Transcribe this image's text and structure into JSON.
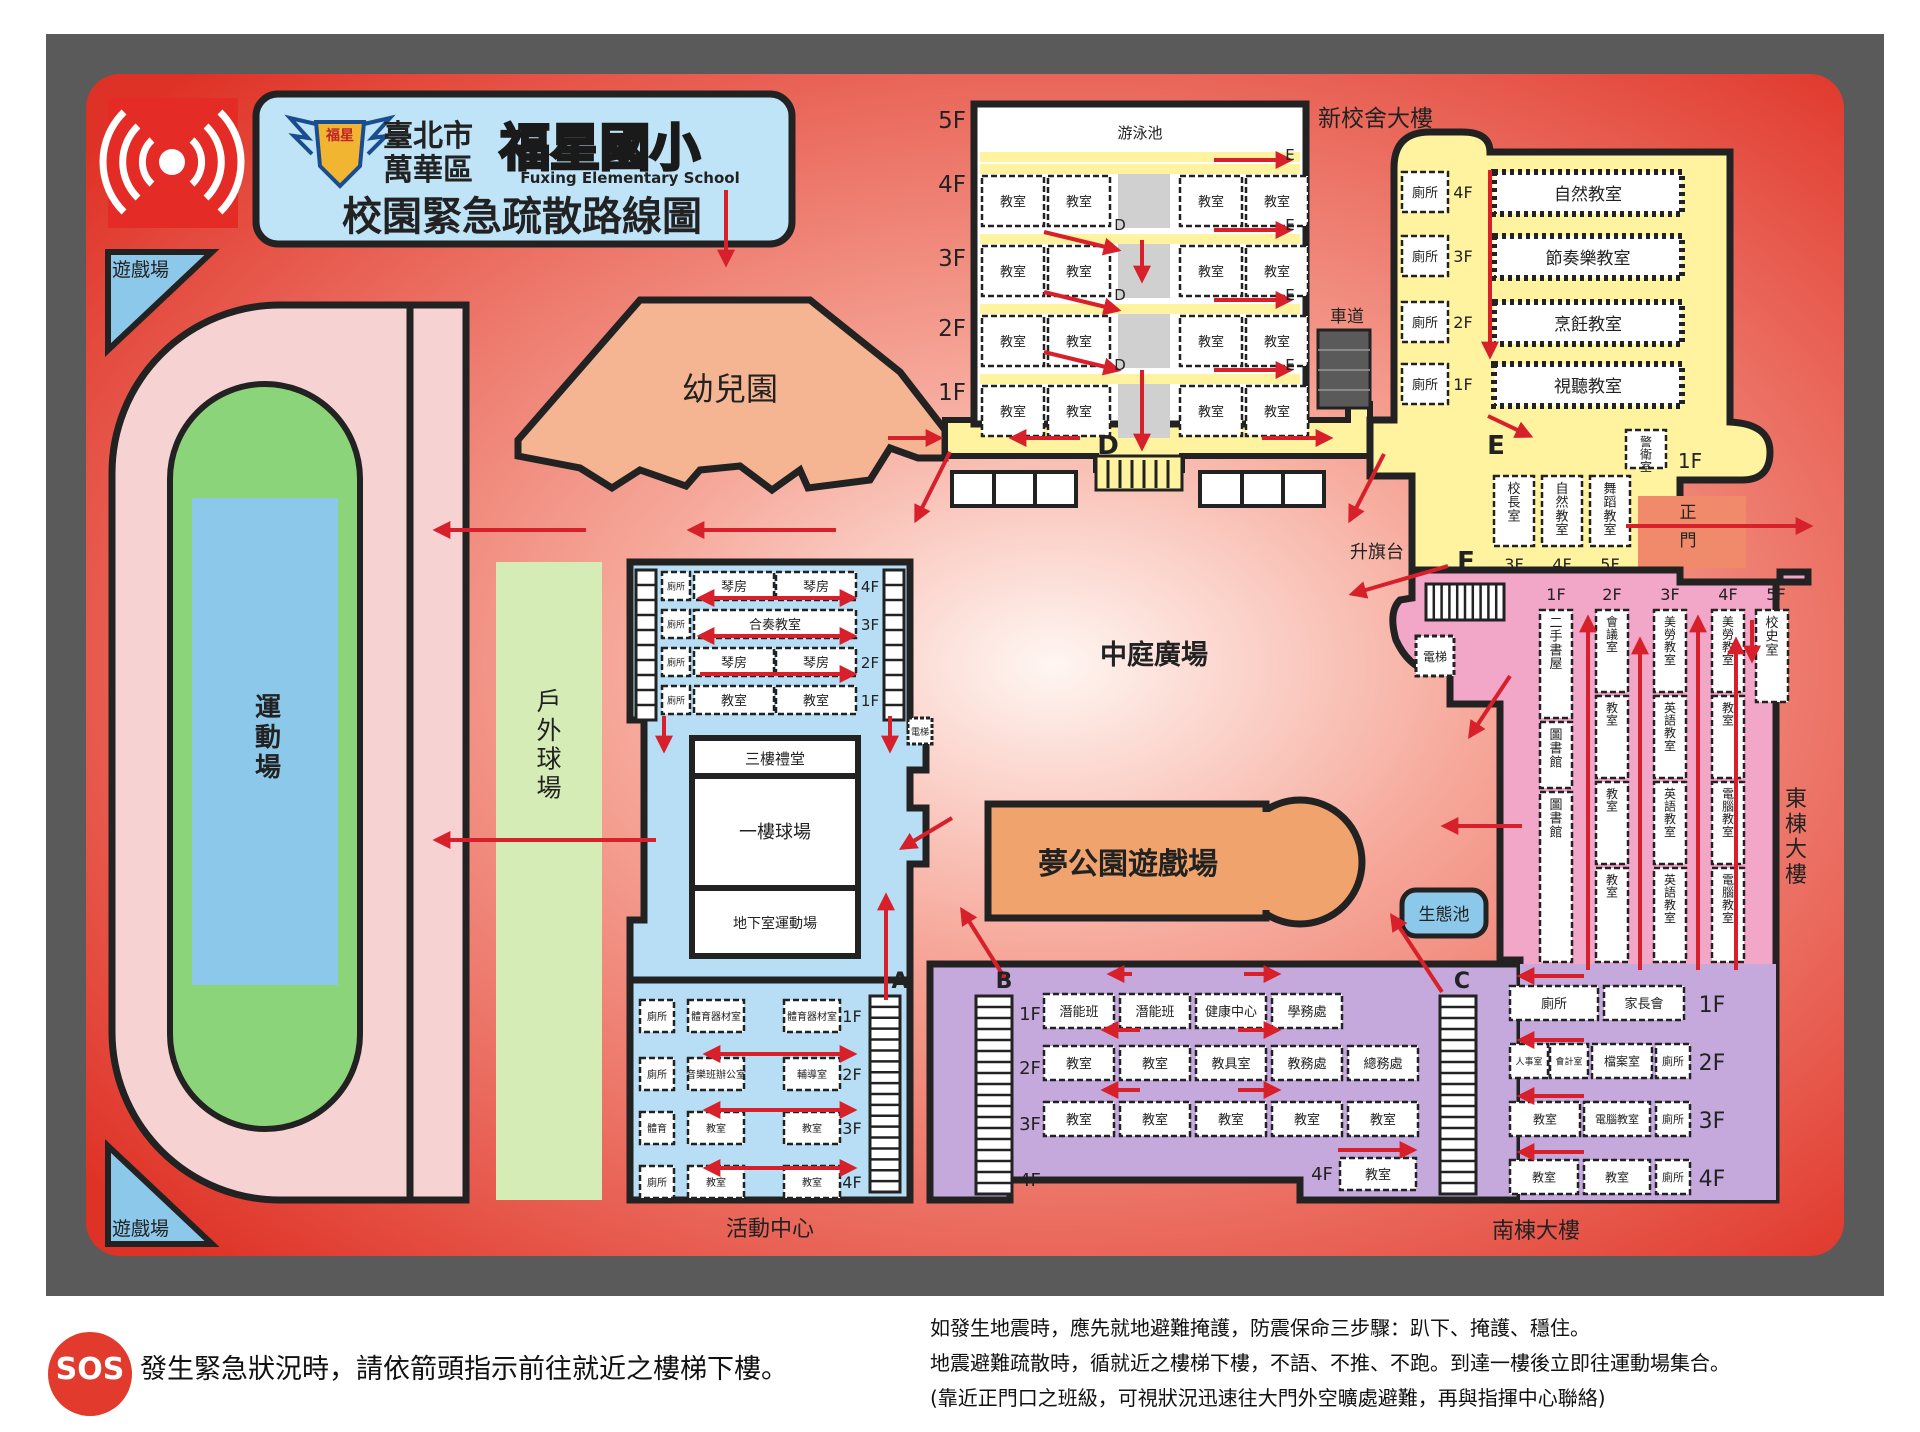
{
  "header": {
    "city": "臺北市",
    "district": "萬華區",
    "school": "福星國小",
    "school_en": "Fuxing Elementary School",
    "title": "校園緊急疏散路線圖",
    "emblem_text": "福星"
  },
  "playground": {
    "top": "遊戲場",
    "bottom": "遊戲場"
  },
  "field": {
    "label": "運動場"
  },
  "court": {
    "label": "戶外球場"
  },
  "kindergarten": {
    "label": "幼兒園"
  },
  "new_building": {
    "title": "新校舍大樓",
    "pool": "游泳池",
    "floors": [
      "5F",
      "4F",
      "3F",
      "2F",
      "1F"
    ],
    "classroom": "教室"
  },
  "yellow_wing": {
    "floors": [
      "4F",
      "3F",
      "2F",
      "1F"
    ],
    "toilet": "廁所",
    "rooms": [
      "自然教室",
      "節奏樂教室",
      "烹飪教室",
      "視聽教室"
    ],
    "guard": "警衛室",
    "guard_floor": "1F",
    "offices": [
      "校長室",
      "自然教室",
      "舞蹈教室"
    ],
    "office_floors": [
      "3F",
      "4F",
      "5F"
    ]
  },
  "driveway": {
    "label": "車道"
  },
  "flag": {
    "label": "升旗台"
  },
  "gate": {
    "label1": "正",
    "label2": "門"
  },
  "courtyard": {
    "label": "中庭廣場"
  },
  "dream_park": {
    "label": "夢公園遊戲場"
  },
  "eco_pond": {
    "label": "生態池"
  },
  "elevator": {
    "label": "電梯"
  },
  "activity_center": {
    "title": "活動中心",
    "upper_floors": [
      "4F",
      "3F",
      "2F",
      "1F"
    ],
    "upper_rooms": [
      [
        "琴房",
        "琴房"
      ],
      [
        "合奏教室"
      ],
      [
        "琴房",
        "琴房"
      ],
      [
        "教室",
        "教室"
      ]
    ],
    "halls": [
      "三樓禮堂",
      "一樓球場",
      "地下室運動場"
    ],
    "lower_floors": [
      "1F",
      "2F",
      "3F",
      "4F"
    ],
    "lower_rooms": [
      [
        "廁所",
        "體育器材室",
        "體育器材室"
      ],
      [
        "廁所",
        "音樂班辦公室",
        "輔導室"
      ],
      [
        "體育",
        "教室",
        "教室"
      ],
      [
        "廁所",
        "教室",
        "教室"
      ]
    ]
  },
  "south_building": {
    "title": "南棟大樓",
    "floors": [
      "1F",
      "2F",
      "3F",
      "4F"
    ],
    "row1": [
      "潛能班",
      "潛能班",
      "健康中心",
      "學務處"
    ],
    "row2": [
      "教室",
      "教室",
      "教具室",
      "教務處",
      "總務處"
    ],
    "row3": [
      "教室",
      "教室",
      "教室",
      "教室",
      "教室"
    ],
    "row4": [
      "教室"
    ]
  },
  "southeast": {
    "floors": [
      "1F",
      "2F",
      "3F",
      "4F"
    ],
    "row1": [
      "廁所",
      "家長會"
    ],
    "row2": [
      "人事室",
      "會計室",
      "檔案室",
      "廁所"
    ],
    "row3": [
      "教室",
      "電腦教室",
      "廁所"
    ],
    "row4": [
      "教室",
      "教室",
      "廁所"
    ]
  },
  "east_building": {
    "title": "東棟大樓",
    "floors": [
      "1F",
      "2F",
      "3F",
      "4F",
      "5F"
    ],
    "columns": [
      [
        "二手書屋",
        "圖書館",
        "圖書館"
      ],
      [
        "會議室",
        "教室",
        "教室",
        "教室"
      ],
      [
        "美勞教室",
        "英語教室",
        "英語教室",
        "英語教室"
      ],
      [
        "美勞教室",
        "教室",
        "電腦教室",
        "電腦教室"
      ],
      [
        "校史室"
      ]
    ]
  },
  "stair_labels": [
    "A",
    "B",
    "C",
    "D",
    "E",
    "F"
  ],
  "footer": {
    "sos": "SOS",
    "main": "發生緊急狀況時，請依箭頭指示前往就近之樓梯下樓。",
    "line1": "如發生地震時，應先就地避難掩護，防震保命三步驟：趴下、掩護、穩住。",
    "line2": "地震避難疏散時，循就近之樓梯下樓，不語、不推、不跑。到達一樓後立即往運動場集合。",
    "line3": "(靠近正門口之班級，可視狀況迅速往大門外空曠處避難，再與指揮中心聯絡)"
  },
  "colors": {
    "frame": "#5a5a5a",
    "background_red": "#e0382a",
    "title_blue": "#bfe3f7",
    "field_green": "#8cd47a",
    "field_blue": "#8cc8ea",
    "track_pink": "#f6d2d2",
    "court_green": "#d5ecb6",
    "yellow": "#fff3a0",
    "light_blue": "#b7def4",
    "purple": "#c5a9dc",
    "pink": "#f2a7c9",
    "orange": "#f0a36c",
    "peach": "#f5b592",
    "arrow": "#d8202a"
  }
}
